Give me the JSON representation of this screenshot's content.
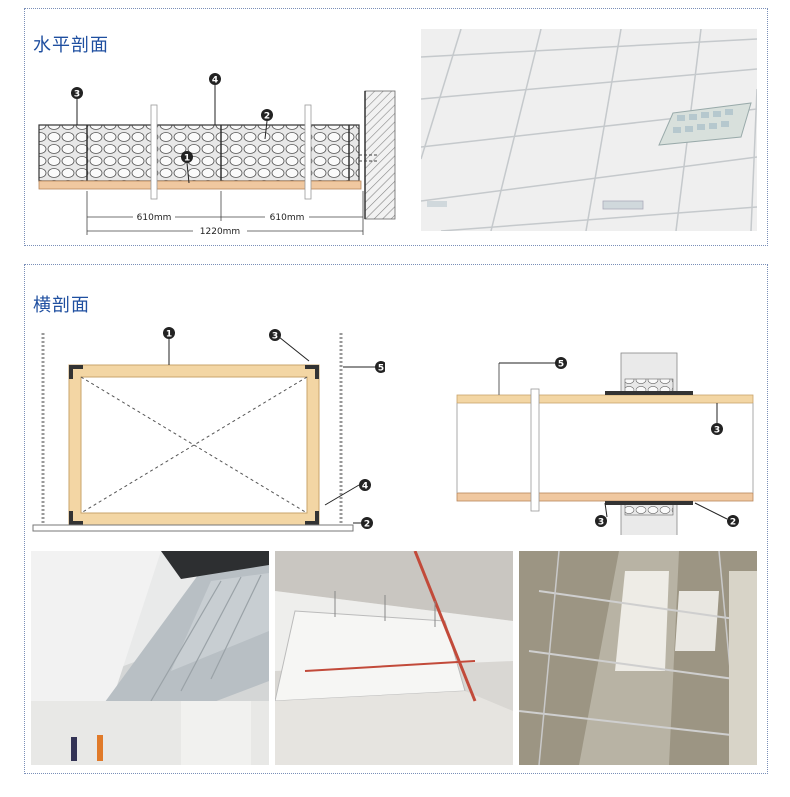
{
  "horizontal_section": {
    "title": "水平剖面",
    "dimension_left": "610mm",
    "dimension_right": "610mm",
    "dimension_total": "1220mm",
    "callouts": [
      "3",
      "4",
      "2",
      "1"
    ]
  },
  "cross_section": {
    "title": "横剖面",
    "left_callouts": [
      "1",
      "3",
      "5",
      "4",
      "2"
    ],
    "right_callouts": [
      "5",
      "3",
      "3",
      "2"
    ]
  },
  "photos": [
    "ceiling-grid-photo",
    "duct-installation-photo-1",
    "duct-installation-photo-2",
    "duct-installation-photo-3"
  ],
  "colors": {
    "title_blue": "#1f4fa0",
    "frame_wood": "#f3d6a4",
    "frame_border": "#c9a46b",
    "panel_border": "#7a8fb8"
  }
}
